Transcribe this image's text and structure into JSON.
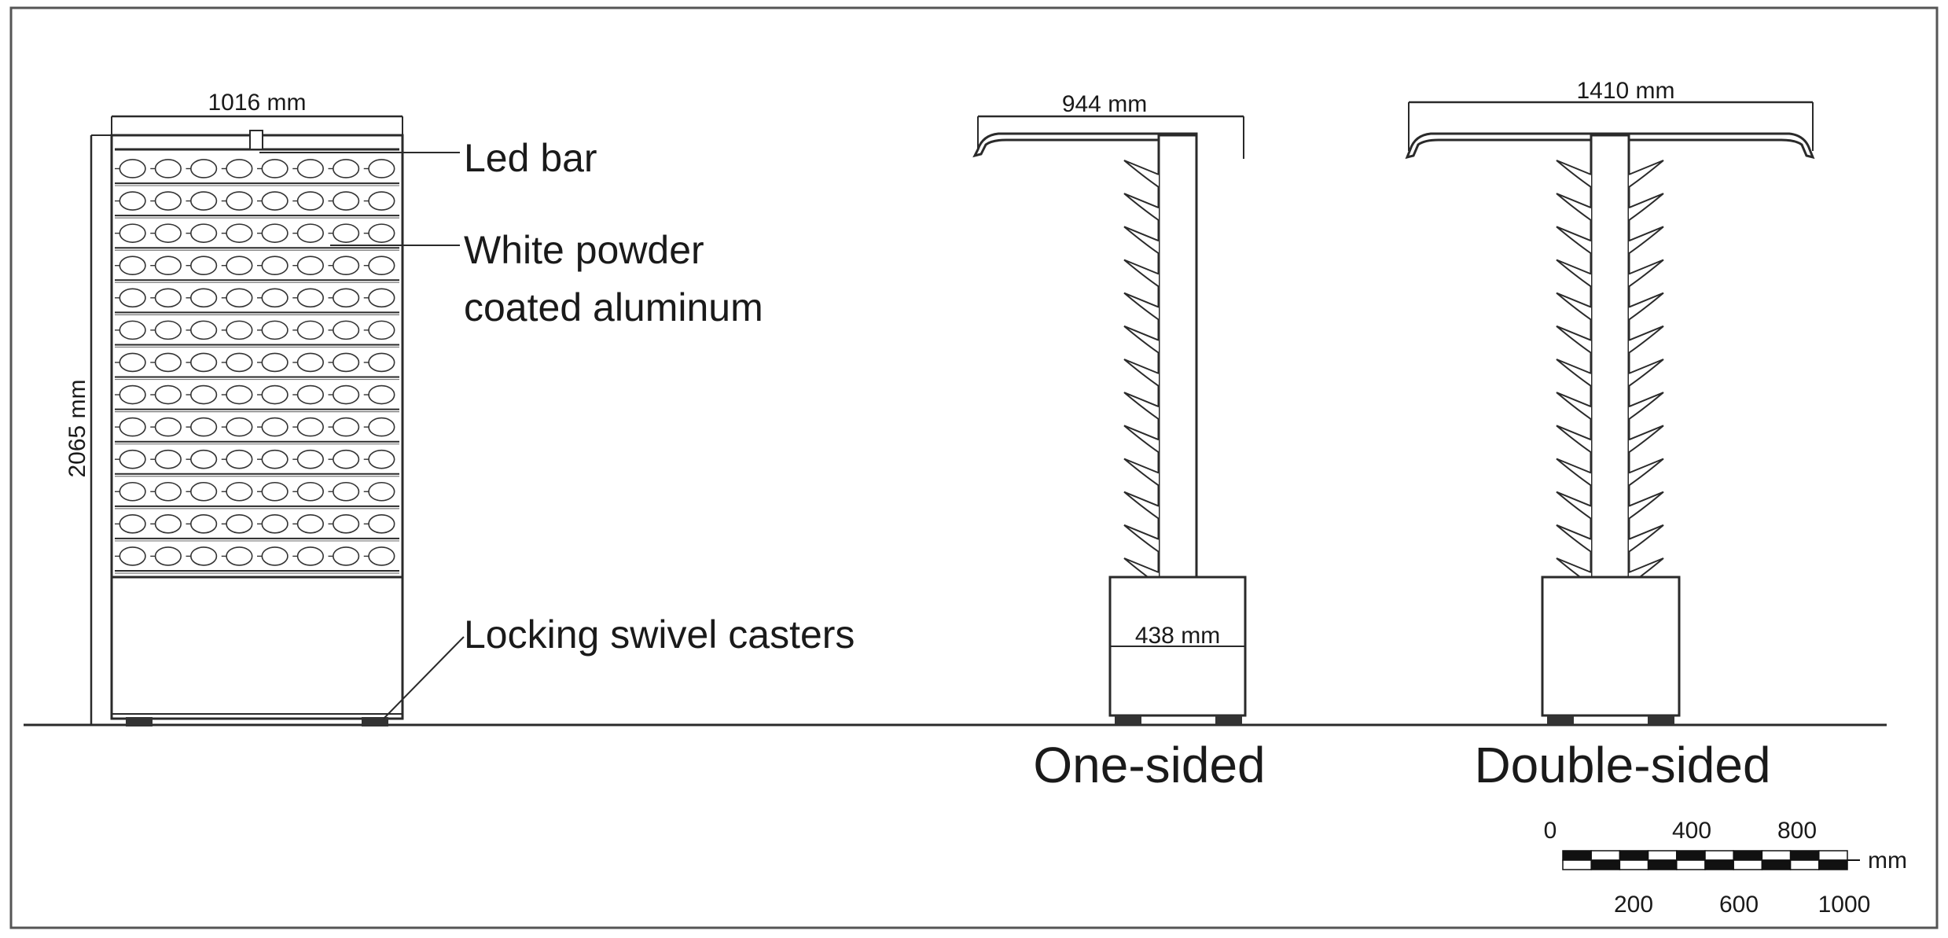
{
  "unit_label": "mm",
  "views": {
    "front": {
      "width_dim": "1016 mm",
      "height_dim": "2065 mm",
      "callouts": {
        "led_bar": "Led bar",
        "material_line1": "White powder",
        "material_line2": "coated aluminum",
        "casters": "Locking swivel casters"
      },
      "rows": 13,
      "cols": 8
    },
    "one_sided": {
      "caption": "One-sided",
      "top_dim": "944 mm",
      "base_dim": "438 mm",
      "fins": 13
    },
    "double_sided": {
      "caption": "Double-sided",
      "top_dim": "1410 mm",
      "fins": 13
    }
  },
  "scale_bar": {
    "top_labels": [
      "0",
      "400",
      "800"
    ],
    "bottom_labels": [
      "200",
      "600",
      "1000"
    ],
    "unit": "mm",
    "max": 1000,
    "segments": 10
  }
}
